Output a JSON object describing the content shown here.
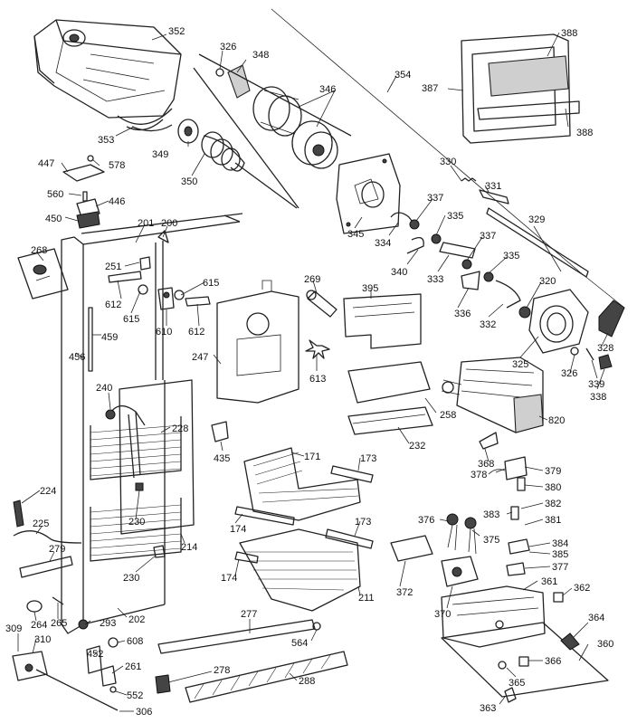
{
  "diagram": {
    "callouts": [
      "352",
      "326",
      "348",
      "346",
      "388",
      "387",
      "388b",
      "354",
      "353",
      "349",
      "350",
      "345",
      "330",
      "331",
      "337",
      "335",
      "329",
      "334",
      "340",
      "333",
      "447",
      "578",
      "560",
      "446",
      "450",
      "201",
      "200",
      "268",
      "251",
      "612",
      "615",
      "610",
      "612b",
      "615b",
      "459",
      "456",
      "247",
      "269",
      "395",
      "613",
      "336",
      "332",
      "320",
      "325",
      "326b",
      "339",
      "328",
      "338",
      "240",
      "228",
      "258",
      "820",
      "232",
      "435",
      "171",
      "173",
      "368",
      "378",
      "379",
      "380",
      "224",
      "225",
      "279",
      "230",
      "174",
      "173b",
      "376",
      "375",
      "383",
      "382",
      "381",
      "384",
      "385",
      "377",
      "214",
      "230b",
      "174b",
      "211",
      "372",
      "370",
      "361",
      "362",
      "264",
      "265",
      "202",
      "293",
      "277",
      "309",
      "310",
      "452",
      "608",
      "564",
      "364",
      "261",
      "278",
      "360",
      "552",
      "288",
      "365",
      "366",
      "306",
      "363"
    ],
    "labels": {
      "352": "352",
      "326": "326",
      "348": "348",
      "346": "346",
      "388": "388",
      "387": "387",
      "388b": "388",
      "354": "354",
      "353": "353",
      "349": "349",
      "350": "350",
      "345": "345",
      "330": "330",
      "331": "331",
      "337": "337",
      "335": "335",
      "329": "329",
      "334": "334",
      "340": "340",
      "333": "333",
      "447": "447",
      "578": "578",
      "560": "560",
      "446": "446",
      "450": "450",
      "201": "201",
      "200": "200",
      "268": "268",
      "251": "251",
      "612": "612",
      "615": "615",
      "610": "610",
      "612b": "612",
      "615b": "615",
      "459": "459",
      "456": "456",
      "247": "247",
      "269": "269",
      "395": "395",
      "613": "613",
      "336": "336",
      "332": "332",
      "320": "320",
      "325": "325",
      "326b": "326",
      "339": "339",
      "328": "328",
      "338": "338",
      "240": "240",
      "228": "228",
      "258": "258",
      "820": "820",
      "232": "232",
      "435": "435",
      "171": "171",
      "173": "173",
      "368": "368",
      "378": "378",
      "379": "379",
      "380": "380",
      "224": "224",
      "225": "225",
      "279": "279",
      "230": "230",
      "174": "174",
      "173b": "173",
      "376": "376",
      "375": "375",
      "383": "383",
      "382": "382",
      "381": "381",
      "384": "384",
      "385": "385",
      "377": "377",
      "214": "214",
      "230b": "230",
      "174b": "174",
      "211": "211",
      "372": "372",
      "370": "370",
      "361": "361",
      "362": "362",
      "264": "264",
      "265": "265",
      "202": "202",
      "293": "293",
      "277": "277",
      "309": "309",
      "310": "310",
      "452": "452",
      "608": "608",
      "564": "564",
      "364": "364",
      "261": "261",
      "278": "278",
      "360": "360",
      "552": "552",
      "288": "288",
      "365": "365",
      "366": "366",
      "306": "306",
      "363": "363"
    }
  }
}
